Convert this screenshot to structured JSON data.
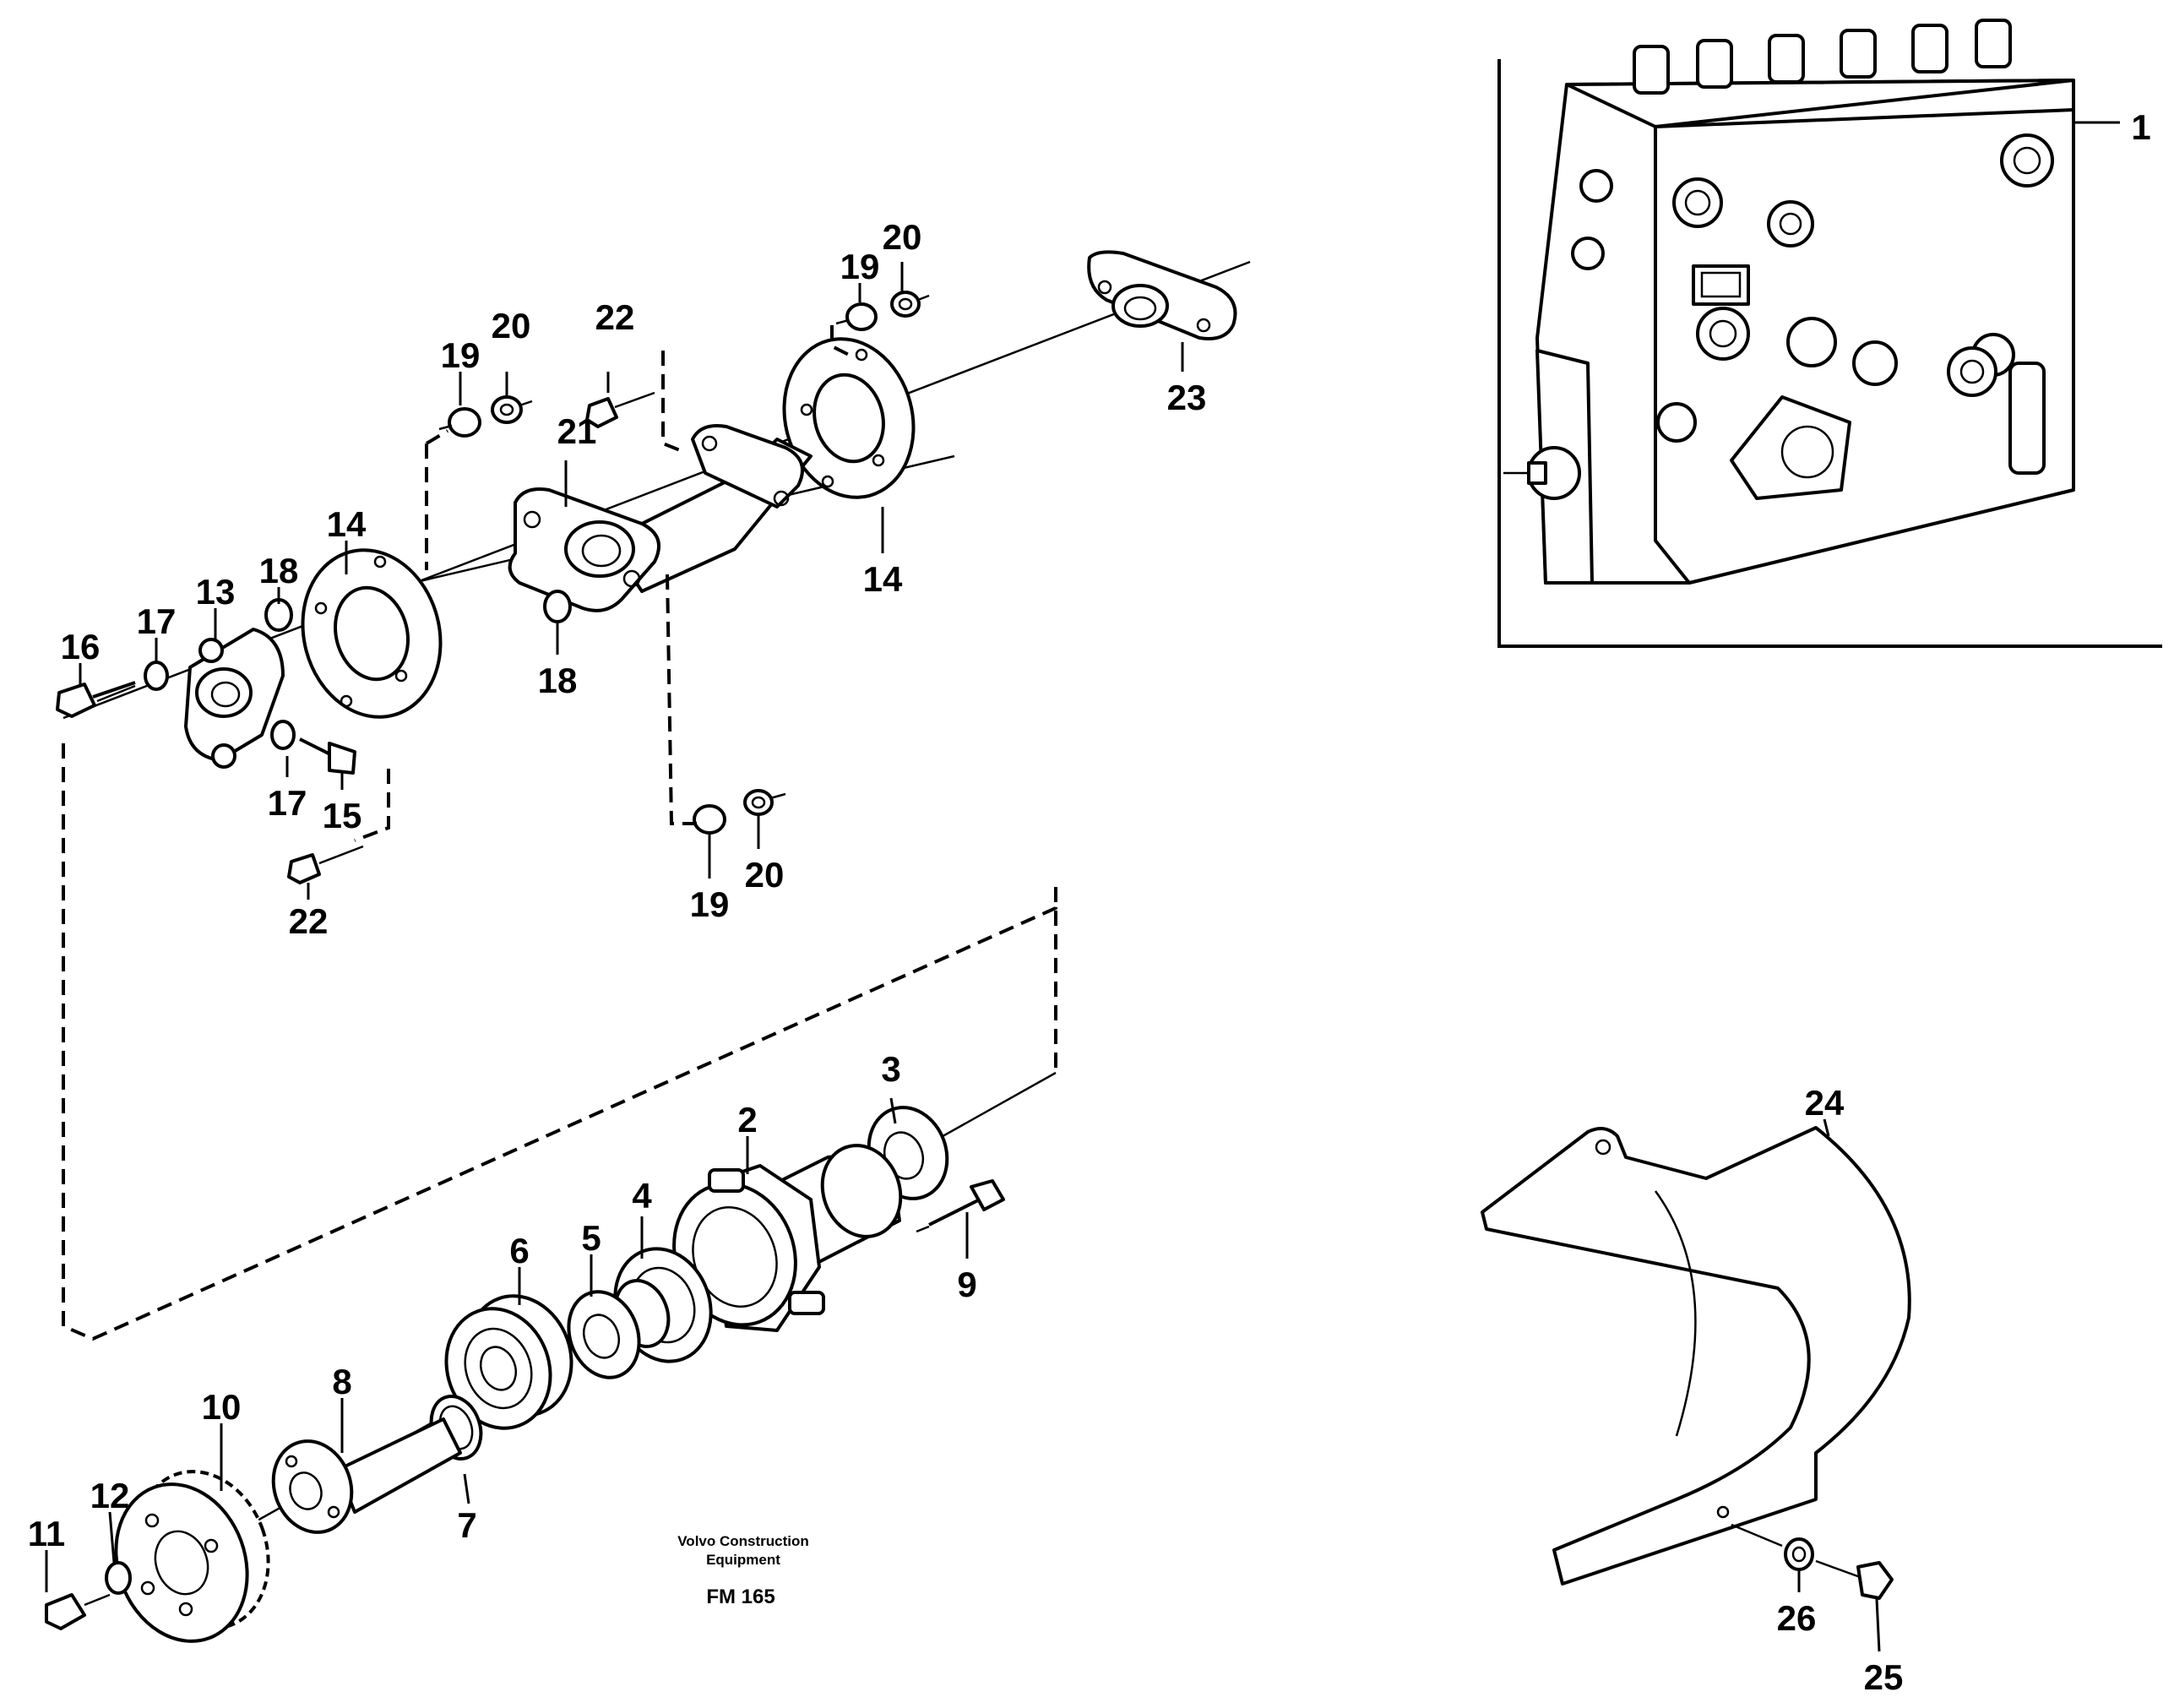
{
  "drawing": {
    "publisher_line1": "Volvo Construction",
    "publisher_line2": "Equipment",
    "drawing_code": "FM 165"
  },
  "callouts": [
    {
      "id": "c1",
      "text": "1"
    },
    {
      "id": "c2",
      "text": "2"
    },
    {
      "id": "c3",
      "text": "3"
    },
    {
      "id": "c4",
      "text": "4"
    },
    {
      "id": "c5",
      "text": "5"
    },
    {
      "id": "c6",
      "text": "6"
    },
    {
      "id": "c7",
      "text": "7"
    },
    {
      "id": "c8",
      "text": "8"
    },
    {
      "id": "c9",
      "text": "9"
    },
    {
      "id": "c10",
      "text": "10"
    },
    {
      "id": "c11",
      "text": "11"
    },
    {
      "id": "c12",
      "text": "12"
    },
    {
      "id": "c13",
      "text": "13"
    },
    {
      "id": "c14a",
      "text": "14"
    },
    {
      "id": "c14b",
      "text": "14"
    },
    {
      "id": "c15",
      "text": "15"
    },
    {
      "id": "c16",
      "text": "16"
    },
    {
      "id": "c17a",
      "text": "17"
    },
    {
      "id": "c17b",
      "text": "17"
    },
    {
      "id": "c18a",
      "text": "18"
    },
    {
      "id": "c18b",
      "text": "18"
    },
    {
      "id": "c19a",
      "text": "19"
    },
    {
      "id": "c19b",
      "text": "19"
    },
    {
      "id": "c19c",
      "text": "19"
    },
    {
      "id": "c20a",
      "text": "20"
    },
    {
      "id": "c20b",
      "text": "20"
    },
    {
      "id": "c20c",
      "text": "20"
    },
    {
      "id": "c21",
      "text": "21"
    },
    {
      "id": "c22a",
      "text": "22"
    },
    {
      "id": "c22b",
      "text": "22"
    },
    {
      "id": "c23",
      "text": "23"
    },
    {
      "id": "c24",
      "text": "24"
    },
    {
      "id": "c25",
      "text": "25"
    },
    {
      "id": "c26",
      "text": "26"
    }
  ]
}
